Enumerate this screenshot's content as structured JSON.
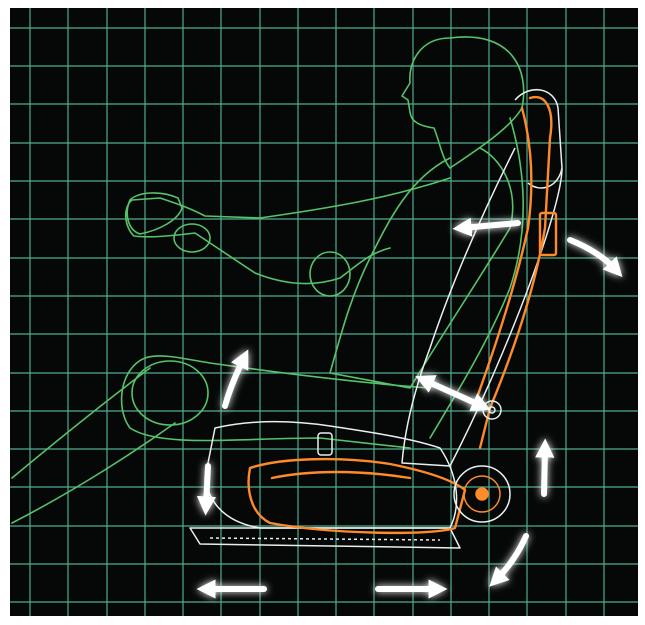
{
  "figure": {
    "subject": "seat-adjustment-diagram",
    "colors": {
      "background": "#050807",
      "grid": "#5fc8a8",
      "figure_outline": "#57c26a",
      "seat_outline": "#e9eef0",
      "frame_outline": "#ff8a2a",
      "arrow": "#ffffff",
      "arrow_glow": "#8fb4ff"
    },
    "arrows": [
      {
        "name": "headrest-forward-arrow",
        "icon": "arrow-left-icon"
      },
      {
        "name": "backrest-recline-arrow",
        "icon": "curved-arrow-icon"
      },
      {
        "name": "lumbar-adjust-arrow",
        "icon": "double-arrow-icon"
      },
      {
        "name": "seat-front-tilt-up-arrow",
        "icon": "arrow-up-icon"
      },
      {
        "name": "seat-front-tilt-down-arrow",
        "icon": "arrow-down-icon"
      },
      {
        "name": "seat-rear-height-up-arrow",
        "icon": "arrow-up-icon"
      },
      {
        "name": "seat-rear-height-down-arrow",
        "icon": "curved-arrow-icon"
      },
      {
        "name": "slide-backward-arrow",
        "icon": "arrow-left-icon"
      },
      {
        "name": "slide-forward-arrow",
        "icon": "arrow-right-icon"
      }
    ]
  }
}
